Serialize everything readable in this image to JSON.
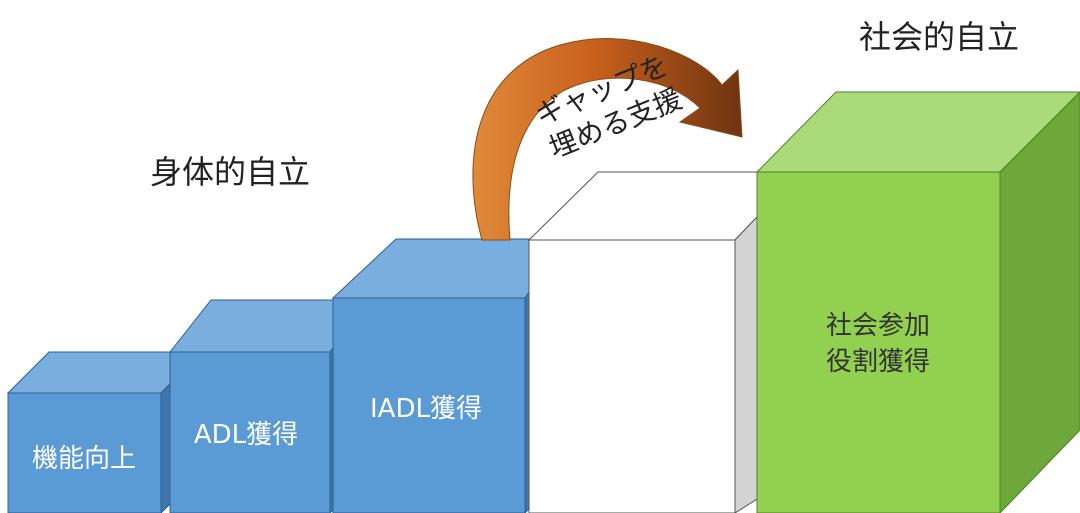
{
  "headings": {
    "physical": "身体的自立",
    "social": "社会的自立"
  },
  "blocks": [
    {
      "label": "機能向上"
    },
    {
      "label": "ADL獲得"
    },
    {
      "label": "IADL獲得"
    },
    {
      "label": ""
    },
    {
      "line1": "社会参加",
      "line2": "役割獲得"
    }
  ],
  "arrow": {
    "line1": "ギャップを",
    "line2": "埋める支援"
  },
  "colors": {
    "blue_front": "#5b9bd5",
    "blue_top": "#7aaedf",
    "blue_side": "#3e77ac",
    "green_front": "#92d050",
    "green_top": "#a9dc78",
    "green_side": "#6fa83a",
    "white_side": "#d3d3d3",
    "arrow_light": "#d87a2c",
    "arrow_dark": "#7a3a0f"
  }
}
